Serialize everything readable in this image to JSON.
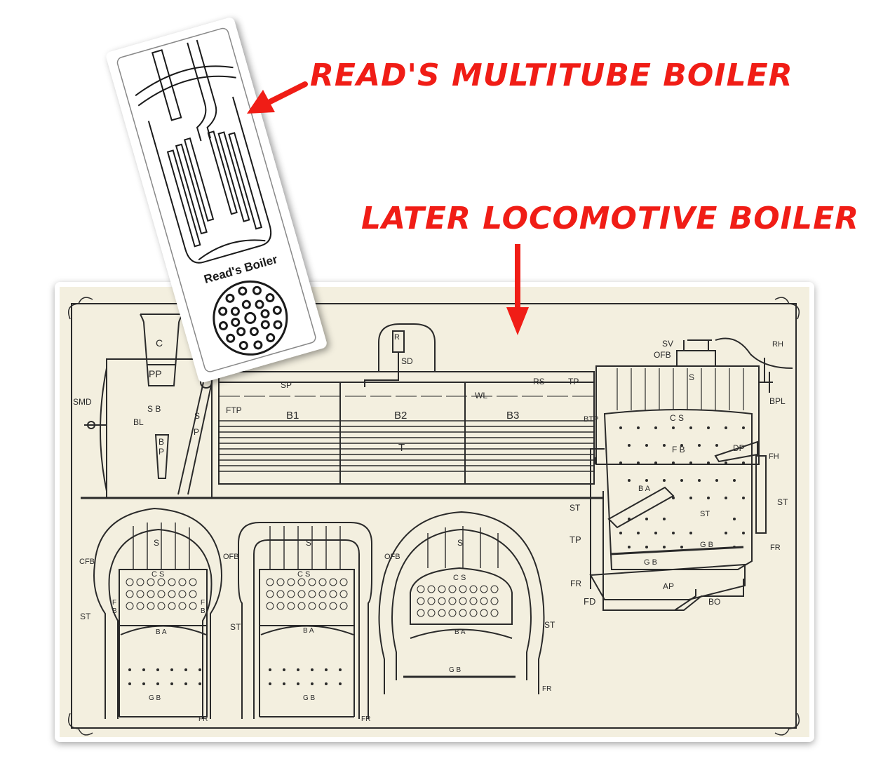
{
  "annotations": {
    "reads_boiler": "READ'S MULTITUBE BOILER",
    "later_boiler": "LATER LOCOMOTIVE BOILER"
  },
  "inset": {
    "caption": "Read's Boiler"
  },
  "diagram_labels": {
    "C": "C",
    "PP": "PP",
    "SMD": "SMD",
    "SB": "S B",
    "BL": "BL",
    "BP_B": "B",
    "BP_P": "P",
    "SP_S": "S",
    "SP_P": "P",
    "SD": "SD",
    "R": "R",
    "SPtop": "SP",
    "RS": "RS",
    "WL": "WL",
    "TPtop": "TP",
    "FTP": "FTP",
    "B1": "B1",
    "B2": "B2",
    "B3": "B3",
    "BTP": "BTP",
    "T": "T",
    "OFB": "OFB",
    "SV": "SV",
    "RH": "RH",
    "S": "S",
    "BPL": "BPL",
    "CS": "C S",
    "FB": "F B",
    "DP": "DP",
    "FH": "FH",
    "BA": "B A",
    "ST": "ST",
    "TP": "TP",
    "GB": "G B",
    "FR": "FR",
    "AP": "AP",
    "BO": "BO",
    "FD": "FD",
    "CFB": "CFB",
    "F": "F",
    "B": "B",
    "GBlow": "G B"
  },
  "colors": {
    "accent": "#f01d16",
    "paper": "#f3efdf",
    "ink": "#2a2a2a"
  }
}
